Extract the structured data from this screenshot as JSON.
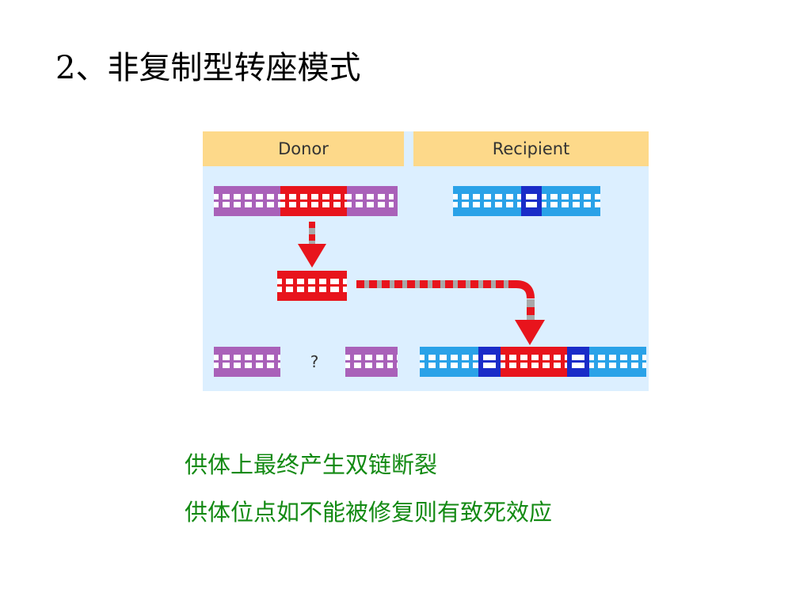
{
  "slide": {
    "title": "2、非复制型转座模式"
  },
  "figure": {
    "donor_header": "Donor",
    "recipient_header": "Recipient",
    "unknown_mark": "?",
    "colors": {
      "donor_dna": "#a961b9",
      "transposon": "#e8141c",
      "recipient_dna": "#2aa2e8",
      "target_site": "#1a2cc8",
      "header_bg": "#fdd98a",
      "panel_bg": "#dcefff",
      "arrow_gray": "#a8a8a8"
    }
  },
  "notes": [
    "供体上最终产生双链断裂",
    "供体位点如不能被修复则有致死效应"
  ]
}
